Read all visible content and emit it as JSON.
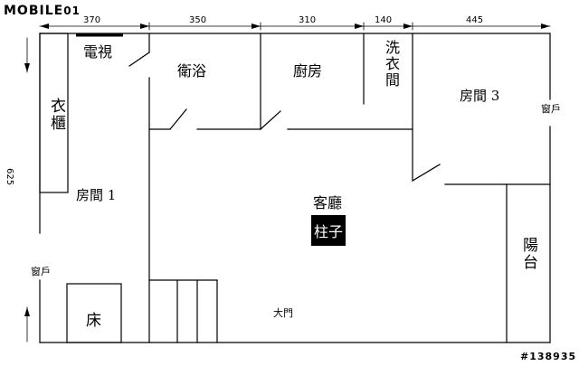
{
  "watermark": {
    "brand": "MOBILE",
    "brand_suffix": "01",
    "code": "#138935"
  },
  "dimensions": {
    "d1": "370",
    "d2": "350",
    "d3": "310",
    "d4": "140",
    "d5": "445",
    "d6": "625"
  },
  "rooms": {
    "tv": "電視",
    "bathroom": "衛浴",
    "kitchen": "廚房",
    "laundry": "洗衣間",
    "room3": "房間 3",
    "wardrobe": "衣櫃",
    "room1": "房間 1",
    "living": "客廳",
    "pillar": "柱子",
    "bed": "床",
    "balcony": "陽台",
    "front_door": "大門",
    "window_right": "窗戶",
    "window_left": "窗戶"
  }
}
